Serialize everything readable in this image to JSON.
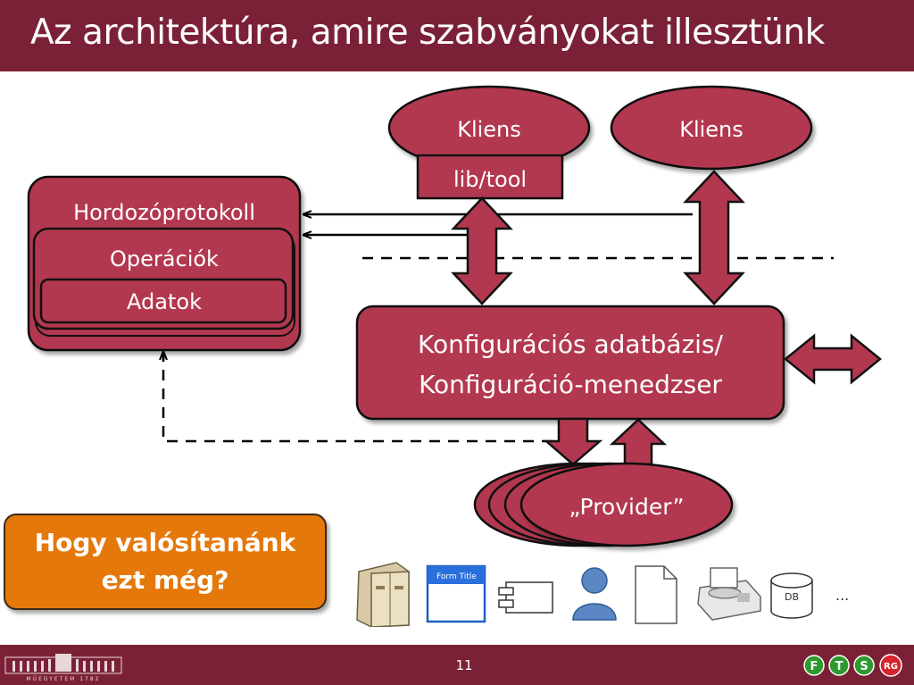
{
  "slide": {
    "title": "Az architektúra, amire szabványokat illesztünk",
    "page_number": "11",
    "university_caption": "MŰEGYETEM 1782"
  },
  "diagram": {
    "client_left": "Kliens",
    "lib_tool": "lib/tool",
    "client_right": "Kliens",
    "protocol_outer": "Hordozóprotokoll",
    "protocol_middle": "Operációk",
    "protocol_inner": "Adatok",
    "config_line1": "Konfigurációs adatbázis/",
    "config_line2": "Konfiguráció-menedzser",
    "provider": "„Provider”"
  },
  "question": {
    "line1": "Hogy valósítanánk",
    "line2": "ezt még?"
  },
  "resource_icons": {
    "form_title": "Form Title",
    "db": "DB",
    "more": "..."
  },
  "logos": [
    "F",
    "T",
    "S",
    "RG"
  ],
  "colors": {
    "title_bar": "#7b2137",
    "node_fill": "#b2384f",
    "node_stroke": "#111111",
    "question_fill": "#e5780a"
  }
}
